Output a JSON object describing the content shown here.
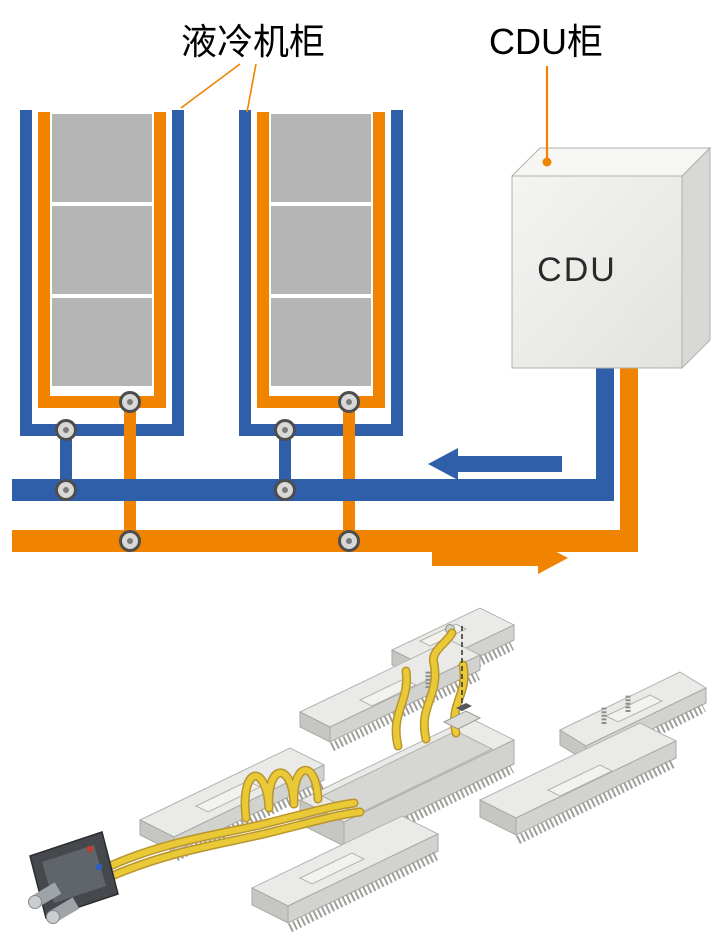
{
  "figure": {
    "type": "liquid-cooling-system-diagram",
    "top_labels": {
      "cabinet_label": "液冷机柜",
      "cdu_cabinet_label": "CDU柜"
    },
    "cdu_box_text": "CDU",
    "flow": {
      "blue_main_arrow": "left",
      "orange_main_arrow": "right"
    }
  },
  "colors": {
    "pipe_blue": "#2e5fa8",
    "pipe_orange": "#f08300",
    "server_gray": "#b5b5b5",
    "board_top": "#eaeae8",
    "cable_yellow": "#eac937",
    "cable_outline": "#b8952f",
    "background": "#ffffff"
  }
}
